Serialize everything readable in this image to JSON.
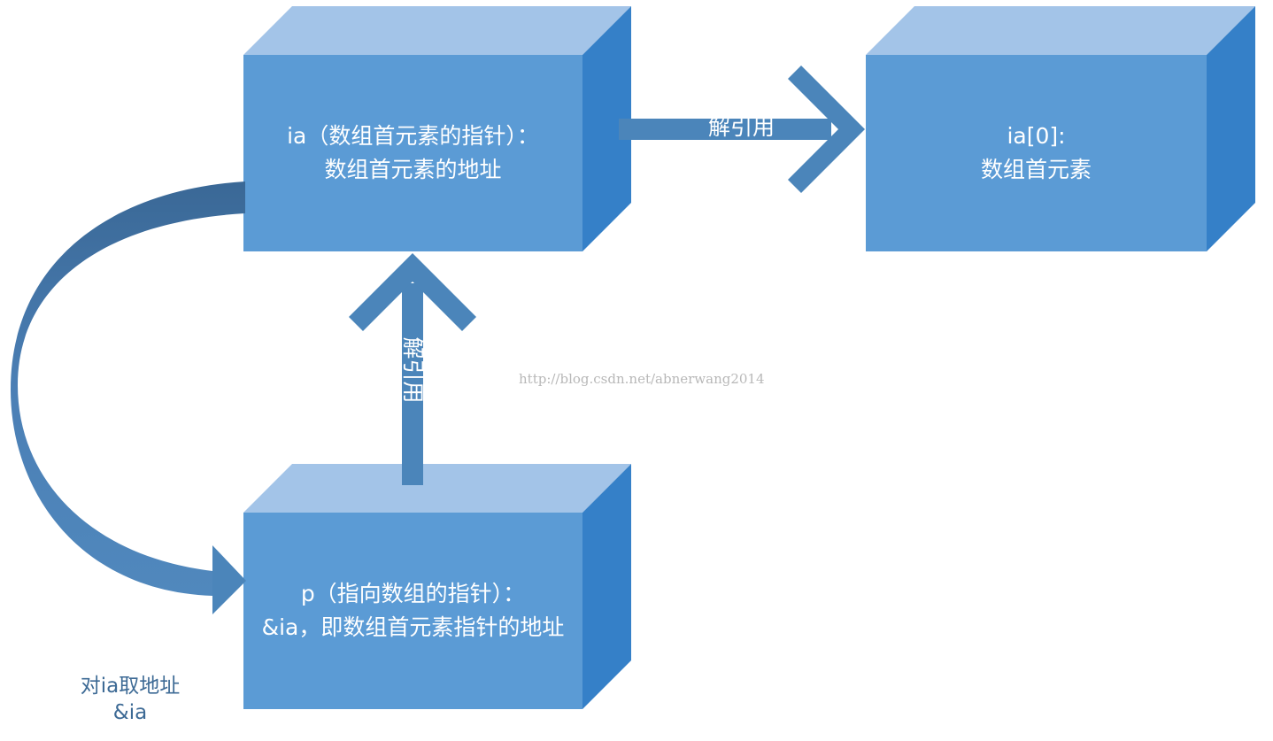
{
  "colors": {
    "box_front": "#5b9bd5",
    "box_top": "#a3c4e8",
    "box_side": "#3580c8",
    "arrow": "#4b85ba",
    "label_text": "#3d6a95",
    "watermark": "#b8b8b8"
  },
  "nodes": {
    "ia_pointer": {
      "line1": "ia（数组首元素的指针）：",
      "line2": "数组首元素的地址"
    },
    "ia0_element": {
      "line1": "ia[0]:",
      "line2": "数组首元素"
    },
    "p_pointer": {
      "line1": "p（指向数组的指针）：",
      "line2": "&ia，即数组首元素指针的地址"
    }
  },
  "edges": {
    "deref_right": {
      "label": "解引用"
    },
    "deref_up": {
      "label": "解引用"
    },
    "address_of": {
      "line1": "对ia取地址",
      "line2": "&ia"
    }
  },
  "watermark": "http://blog.csdn.net/abnerwang2014"
}
